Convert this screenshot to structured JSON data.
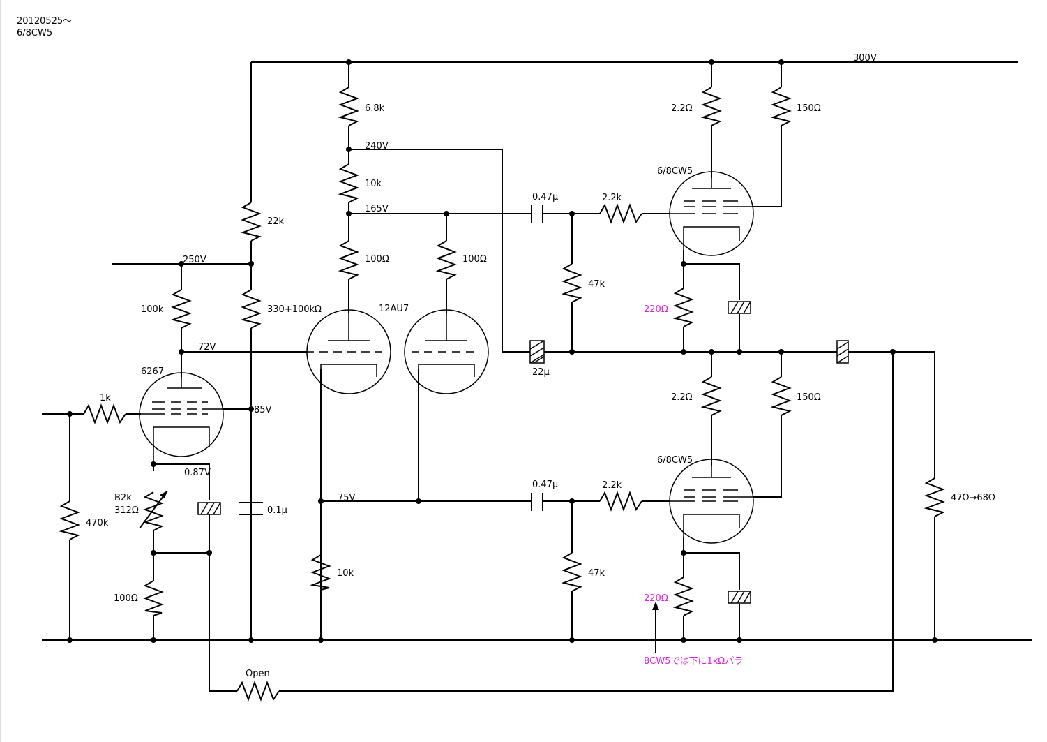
{
  "header": {
    "date": "20120525～",
    "model": "6/8CW5"
  },
  "colors": {
    "note": "#e020e0",
    "line": "#000000"
  },
  "voltages": {
    "b_plus_300": "300V",
    "v240": "240V",
    "v165": "165V",
    "v250": "250V",
    "v72": "72V",
    "v85": "85V",
    "v075": "0.87V",
    "v75": "75V"
  },
  "tubes": {
    "t6267": "6267",
    "t12au7": "12AU7",
    "cw5_top": "6/8CW5",
    "cw5_bottom": "6/8CW5"
  },
  "resistors": {
    "r6k8": "6.8k",
    "r10k_top": "10k",
    "r100_left": "100Ω",
    "r100_right": "100Ω",
    "r22k": "22k",
    "r330": "330+100kΩ",
    "r100k": "100k",
    "r1k": "1k",
    "r470k": "470k",
    "vr_name": "B2k",
    "vr_val": "312Ω",
    "r100_cathode": "100Ω",
    "r10k_bottom": "10k",
    "r2k2_top": "2.2k",
    "r47k_top": "47k",
    "r2k2_bottom": "2.2k",
    "r47k_bottom": "47k",
    "r2r2_top": "2.2Ω",
    "r150_top": "150Ω",
    "r2r2_bottom": "2.2Ω",
    "r150_bottom": "150Ω",
    "r220_top": "220Ω",
    "r220_bottom": "220Ω",
    "r_load": "47Ω→68Ω",
    "r_open": "Open"
  },
  "capacitors": {
    "c047_top": "0.47μ",
    "c047_bottom": "0.47μ",
    "c22u": "22μ",
    "c01u": "0.1μ"
  },
  "note": "8CW5では下に1kΩパラ"
}
